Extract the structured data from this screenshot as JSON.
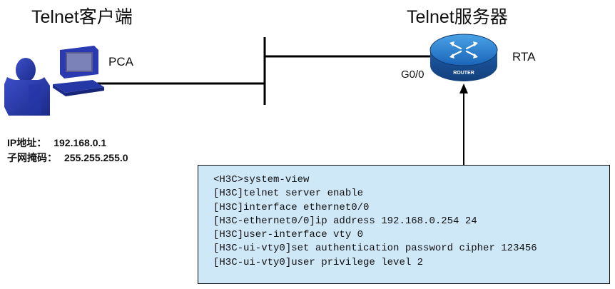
{
  "titles": {
    "client": "Telnet客户端",
    "server": "Telnet服务器"
  },
  "devices": {
    "pc_name": "PCA",
    "router_name": "RTA",
    "router_badge": "ROUTER",
    "router_port": "G0/0"
  },
  "client_info": {
    "ip_label": "IP地址：",
    "ip_value": "192.168.0.1",
    "mask_label": "子网掩码：",
    "mask_value": "255.255.255.0"
  },
  "config": {
    "lines": [
      "<H3C>system-view",
      "[H3C]telnet server enable",
      "[H3C]interface ethernet0/0",
      "[H3C-ethernet0/0]ip address 192.168.0.254 24",
      "[H3C]user-interface vty 0",
      "[H3C-ui-vty0]set authentication password cipher 123456",
      "[H3C-ui-vty0]user privilege level 2"
    ]
  },
  "colors": {
    "device_blue": "#2233aa",
    "router_blue": "#1a5fb4",
    "box_fill": "#cfe8f8",
    "line": "#000000"
  }
}
